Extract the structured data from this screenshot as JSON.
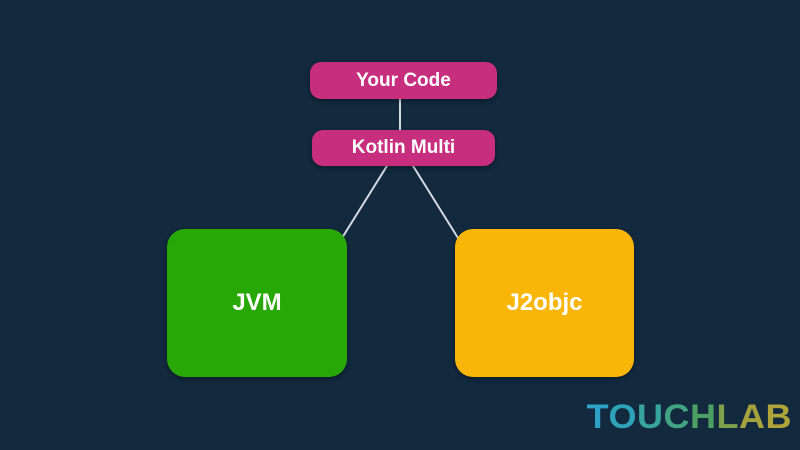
{
  "canvas": {
    "background": "#12293E"
  },
  "diagram": {
    "nodes": [
      {
        "id": "your-code",
        "label": "Your Code",
        "color": "#C82E7E",
        "text_color": "#FFFFFF"
      },
      {
        "id": "kotlin-multi",
        "label": "Kotlin Multi",
        "color": "#C82E7E",
        "text_color": "#FFFFFF"
      },
      {
        "id": "jvm",
        "label": "JVM",
        "color": "#27A806",
        "text_color": "#FFFFFF"
      },
      {
        "id": "j2objc",
        "label": "J2objc",
        "color": "#F9B608",
        "text_color": "#FFFFFF"
      }
    ],
    "edges": [
      {
        "from": "your-code",
        "to": "kotlin-multi"
      },
      {
        "from": "kotlin-multi",
        "to": "jvm"
      },
      {
        "from": "kotlin-multi",
        "to": "j2objc"
      }
    ],
    "edge_color": "#D4DAE3"
  },
  "logo": {
    "text": "TOUCHLAB",
    "letters": [
      {
        "char": "T",
        "color": "#2BA2C6"
      },
      {
        "char": "O",
        "color": "#2EA3B8"
      },
      {
        "char": "U",
        "color": "#37A59E"
      },
      {
        "char": "C",
        "color": "#41A382"
      },
      {
        "char": "H",
        "color": "#4C9F63"
      },
      {
        "char": "L",
        "color": "#7F9F4B"
      },
      {
        "char": "A",
        "color": "#A5A23E"
      },
      {
        "char": "B",
        "color": "#AFA43A"
      }
    ]
  }
}
